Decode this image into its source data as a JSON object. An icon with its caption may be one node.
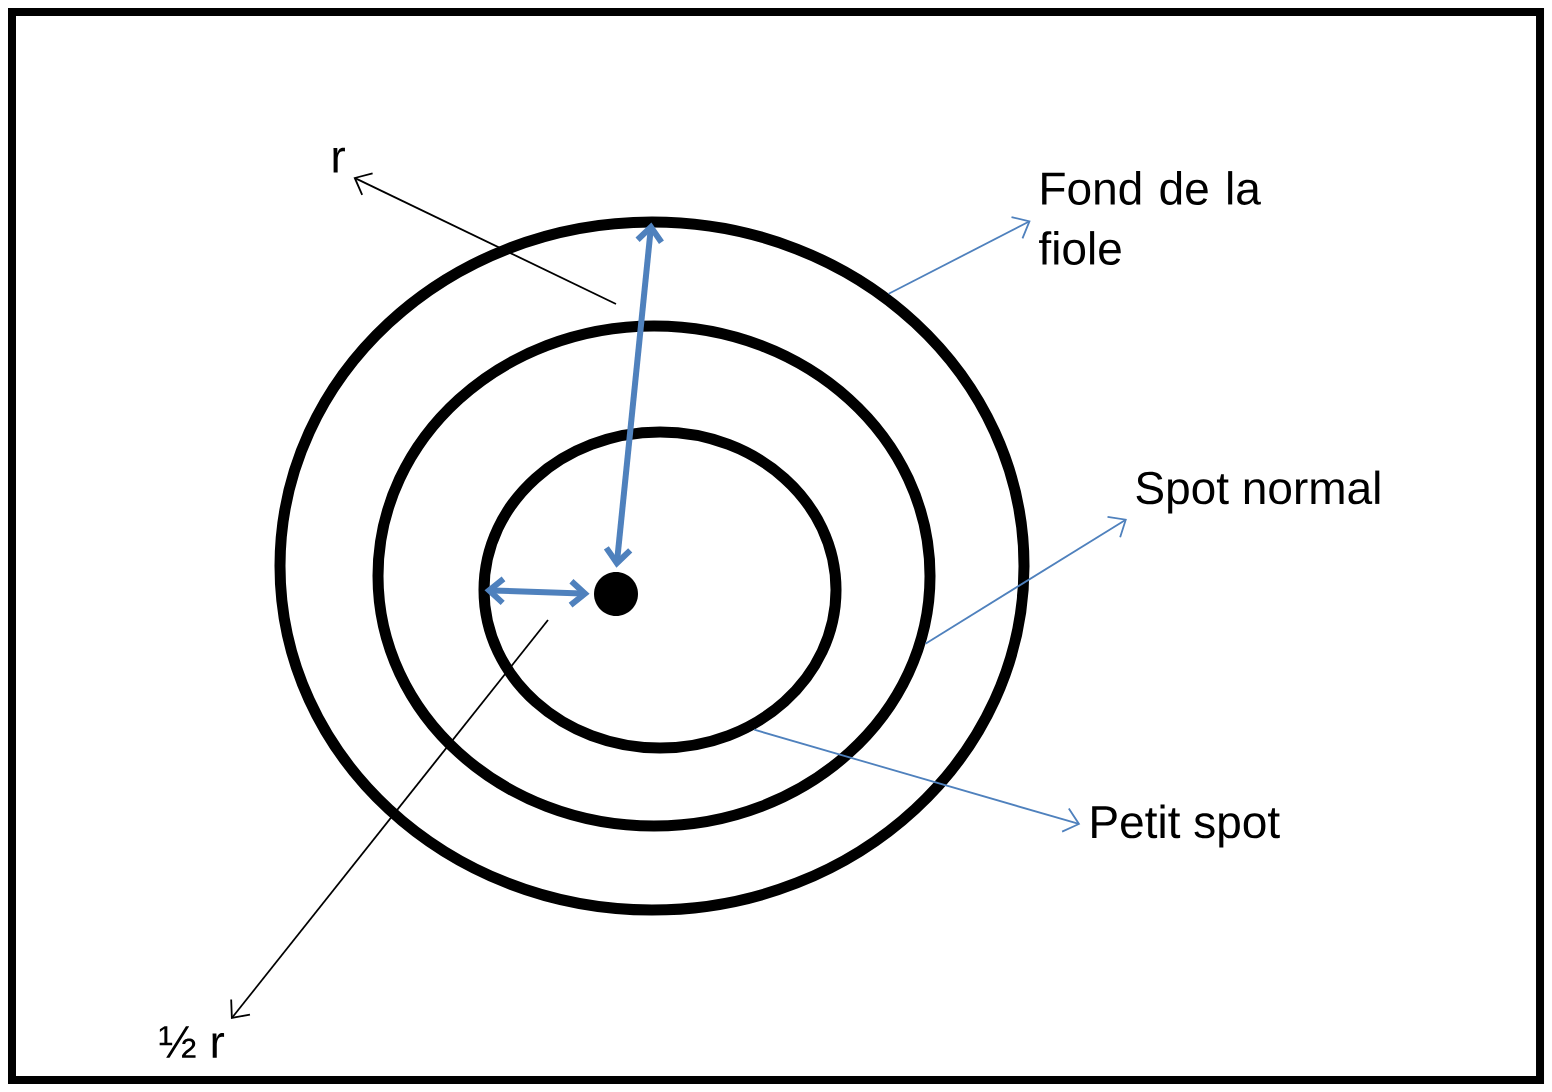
{
  "diagram": {
    "nodes": [
      {
        "text": [
          "r"
        ]
      },
      {
        "text": [
          "Fond de la fiole"
        ]
      },
      {
        "text": [
          "Spot normal"
        ]
      },
      {
        "text": [
          "Petit spot"
        ]
      },
      {
        "text": [
          "½ r"
        ]
      },
      {
        "text": [],
        "shape": "circle"
      },
      {
        "text": [],
        "shape": "circle",
        "in": 5
      },
      {
        "text": [],
        "shape": "circle",
        "in": 6
      },
      {
        "text": [],
        "shape": "circle",
        "in": 7
      }
    ],
    "edges": [
      {
        "from": null,
        "to": 0,
        "arrow": "to",
        "color": "#000000"
      },
      {
        "from": 5,
        "to": 1,
        "arrow": "to"
      },
      {
        "from": 6,
        "to": 2,
        "arrow": "to"
      },
      {
        "from": 7,
        "to": 3,
        "arrow": "to"
      },
      {
        "from": null,
        "to": 4,
        "arrow": "to",
        "color": "#000000"
      },
      {
        "from": 8,
        "to": 5,
        "arrow": "both",
        "style": "thick"
      },
      {
        "from": 8,
        "to": 7,
        "arrow": "both",
        "style": "thick"
      }
    ]
  }
}
